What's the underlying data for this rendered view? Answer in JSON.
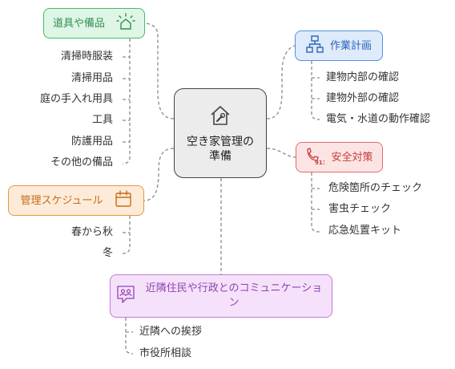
{
  "center": {
    "label": "空き家管理の準備",
    "icon": "house-wrench-icon"
  },
  "branches": {
    "tools": {
      "label": "道具や備品",
      "icon": "house-sparkle-icon",
      "items": [
        "清掃時服装",
        "清掃用品",
        "庭の手入れ用具",
        "工具",
        "防護用品",
        "その他の備品"
      ]
    },
    "plan": {
      "label": "作業計画",
      "icon": "flowchart-icon",
      "items": [
        "建物内部の確認",
        "建物外部の確認",
        "電気・水道の動作確認"
      ]
    },
    "safety": {
      "label": "安全対策",
      "icon": "phone-911-icon",
      "items": [
        "危険箇所のチェック",
        "害虫チェック",
        "応急処置キット"
      ]
    },
    "schedule": {
      "label": "管理スケジュール",
      "icon": "calendar-icon",
      "items": [
        "春から秋",
        "冬"
      ]
    },
    "communication": {
      "label": "近隣住民や行政とのコミュニケーション",
      "icon": "people-chat-icon",
      "items": [
        "近隣への挨拶",
        "市役所相談"
      ]
    }
  },
  "colors": {
    "tools": "#49b96c",
    "plan": "#5a8ee0",
    "safety": "#e56a6a",
    "schedule": "#e8953f",
    "communication": "#c07ad6",
    "center": "#444444"
  }
}
